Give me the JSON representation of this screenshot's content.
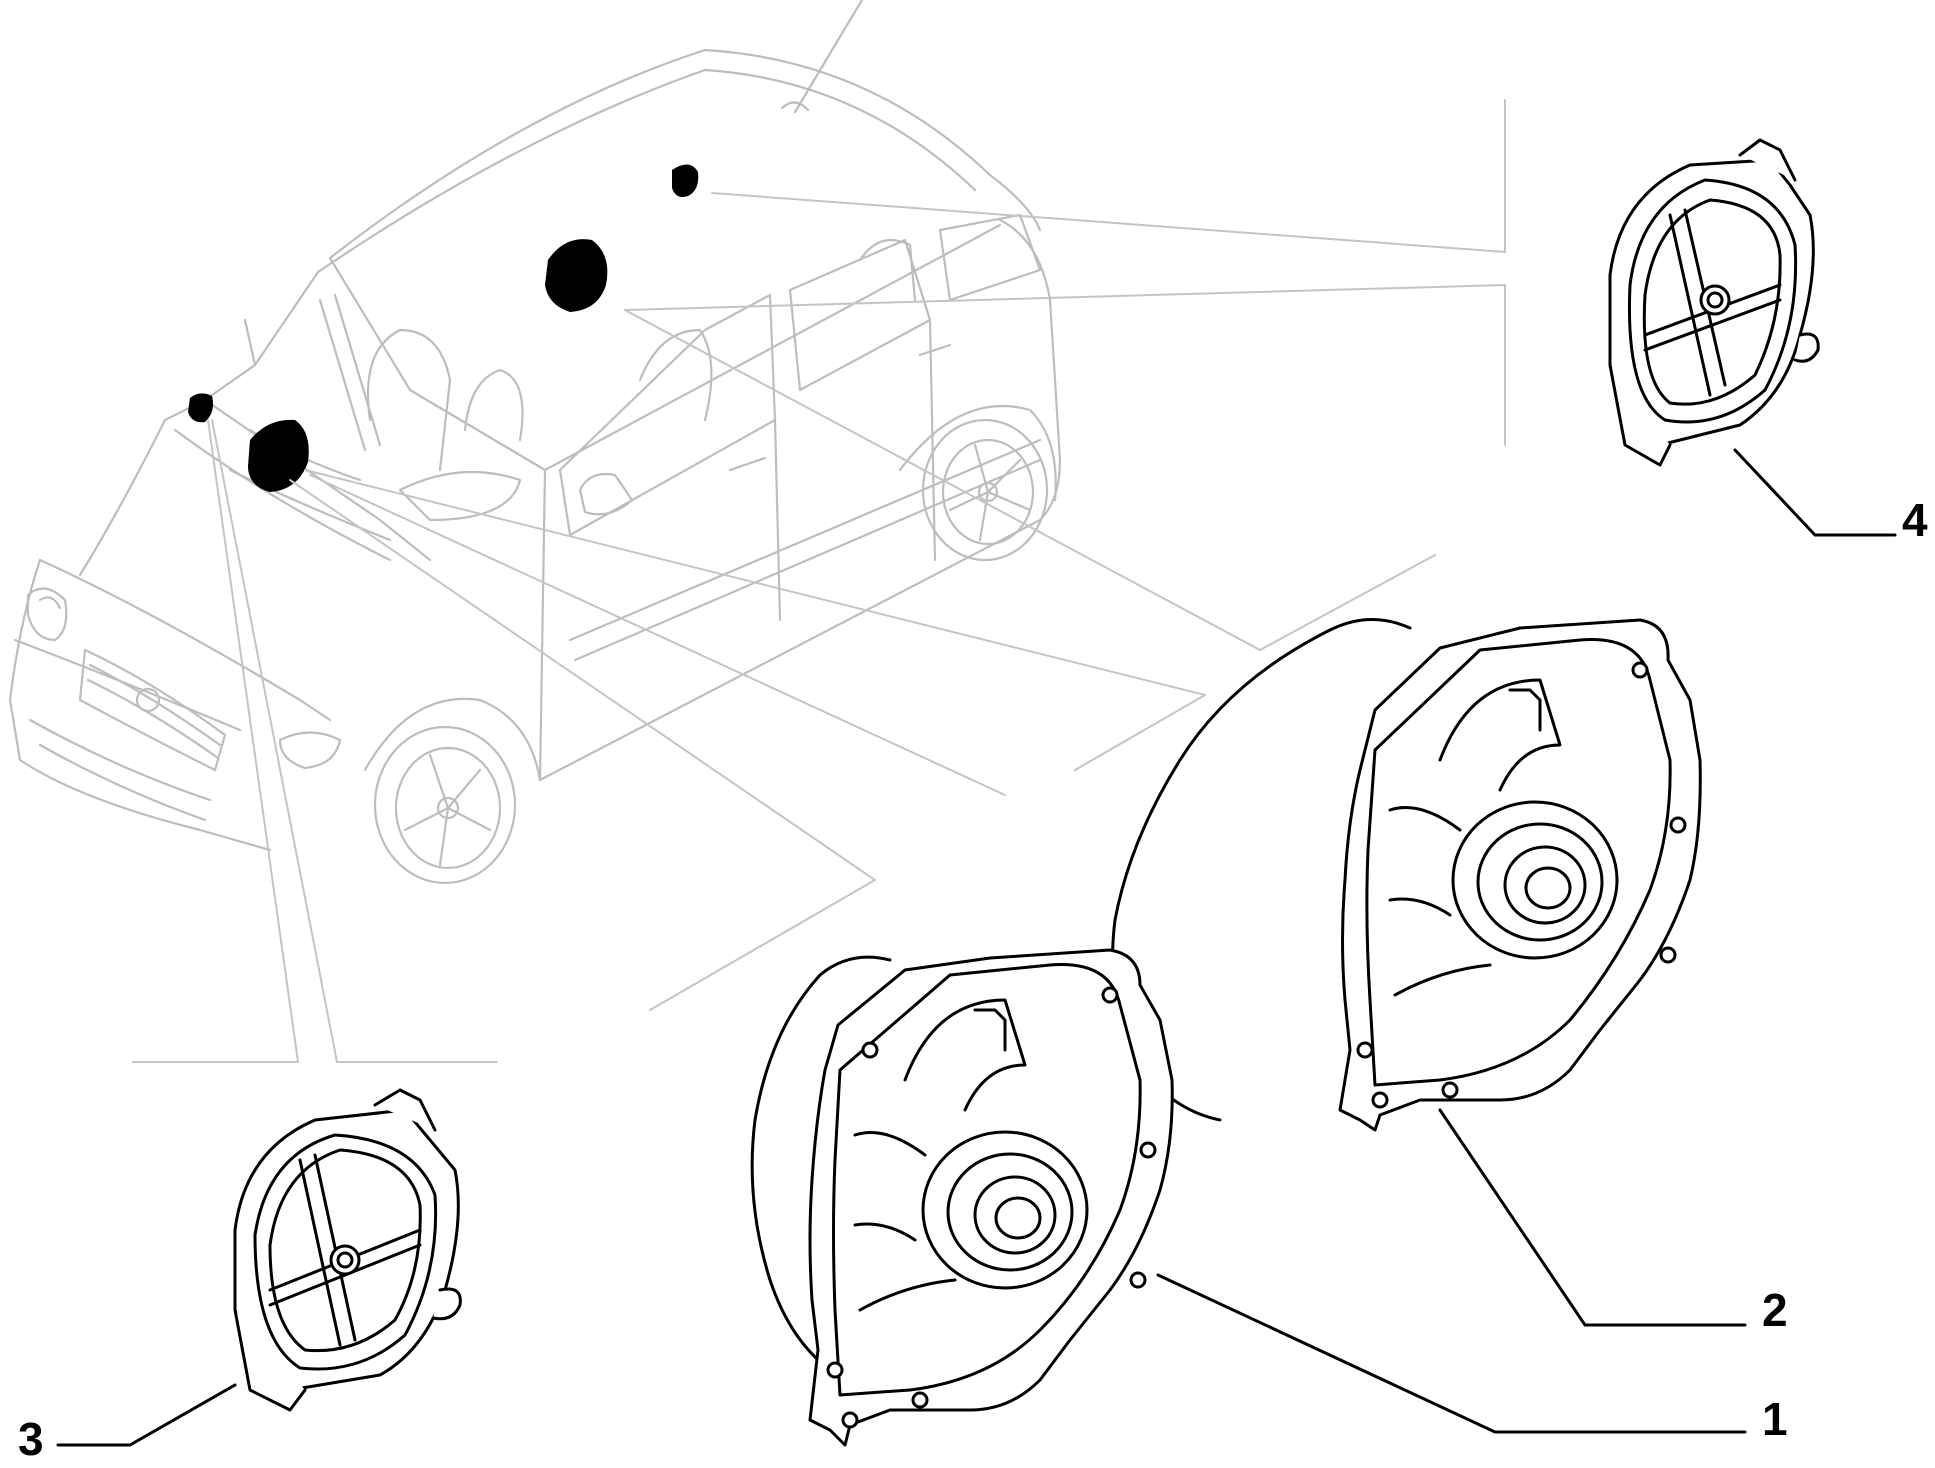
{
  "callouts": [
    {
      "id": "1",
      "label": "1"
    },
    {
      "id": "2",
      "label": "2"
    },
    {
      "id": "3",
      "label": "3"
    },
    {
      "id": "4",
      "label": "4"
    }
  ],
  "parts": [
    {
      "callout": "1",
      "kind": "speaker-large"
    },
    {
      "callout": "2",
      "kind": "speaker-large"
    },
    {
      "callout": "3",
      "kind": "tweeter"
    },
    {
      "callout": "4",
      "kind": "tweeter"
    }
  ],
  "colors": {
    "background": "#ffffff",
    "car_outline": "#bdbdbd",
    "part_outline": "#000000",
    "speaker_location_marks": "#000000"
  }
}
